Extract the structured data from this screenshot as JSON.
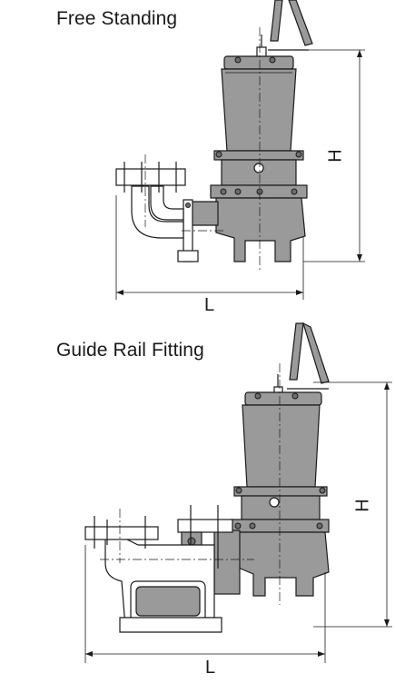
{
  "sections": {
    "free_standing": {
      "title": "Free Standing",
      "width_label": "L",
      "height_label": "H"
    },
    "guide_rail": {
      "title": "Guide Rail Fitting",
      "width_label": "L",
      "height_label": "H"
    }
  }
}
